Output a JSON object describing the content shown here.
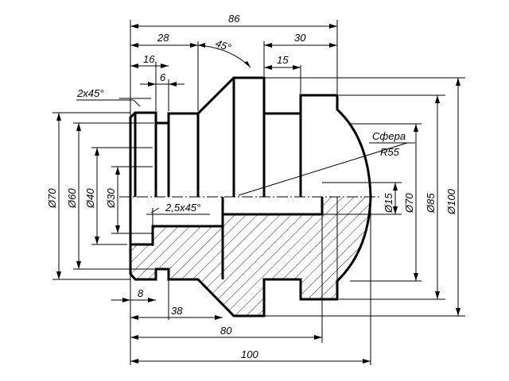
{
  "labels": {
    "len_86": "86",
    "len_28": "28",
    "angle_45": "45°",
    "len_30": "30",
    "len_16": "16",
    "len_15": "15",
    "len_6": "6",
    "chamfer_2x45": "2x45°",
    "sphere_word": "Сфера",
    "sphere_radius": "R55",
    "chamfer_2_5x45": "2,5x45°",
    "dia_70_left": "Ø70",
    "dia_60": "Ø60",
    "dia_40": "Ø40",
    "dia_30": "Ø30",
    "dia_15": "Ø15",
    "dia_70_right": "Ø70",
    "dia_85": "Ø85",
    "dia_100": "Ø100",
    "len_8": "8",
    "len_38": "38",
    "len_80": "80",
    "len_100": "100"
  }
}
